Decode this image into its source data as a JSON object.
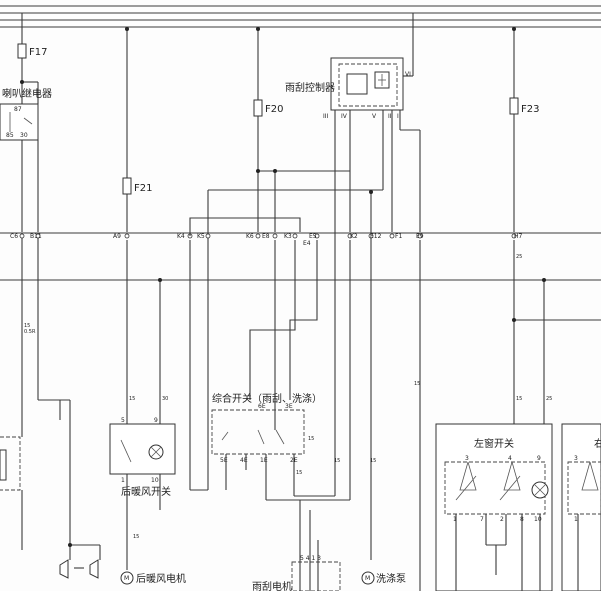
{
  "fuses": {
    "f17": "F17",
    "f20": "F20",
    "f21": "F21",
    "f23": "F23"
  },
  "components": {
    "horn_relay": "喇叭继电器",
    "wiper_controller": "雨刮控制器",
    "combination_switch": "综合开关（雨刮、洗涤）",
    "rear_heater_switch": "后暖风开关",
    "rear_heater_fan_motor": "后暖风电机",
    "washer_pump": "洗涤泵",
    "wiper_motor": "雨刮电机",
    "left_window_switch": "左窗开关",
    "right_window_switch_partial": "右"
  },
  "connectors": {
    "c6": "C6",
    "b11": "B11",
    "a9": "A9",
    "k4": "K4",
    "k5": "K5",
    "k6": "K6",
    "e8": "E8",
    "k3": "K3",
    "e5": "E5",
    "e4": "E4",
    "k2": "K2",
    "e12": "E12",
    "f1": "F1",
    "e9": "E9",
    "h7": "H7"
  },
  "pins": {
    "ctrl_vi": "VI",
    "ctrl_iii": "III",
    "ctrl_iv": "IV",
    "ctrl_v": "V",
    "ctrl_ii": "II",
    "ctrl_i": "I",
    "h87": "87",
    "h85": "85",
    "h30": "30",
    "rh_5": "5",
    "rh_9": "9",
    "rh_1": "1",
    "rh_10": "10",
    "cs_6e": "6E",
    "cs_3e": "3E",
    "cs_5e": "5E",
    "cs_4e": "4E",
    "cs_1e": "1E",
    "cs_2e": "2E",
    "lw_3": "3",
    "lw_4": "4",
    "lw_9": "9",
    "lw_1": "1",
    "lw_7": "7",
    "lw_2": "2",
    "lw_8": "8",
    "lw_10": "10",
    "rw_3": "3",
    "rw_1": "1",
    "wm_pins": "5 4 1 3",
    "motor_m": "M"
  },
  "wires": {
    "w_left_a": "0.5R",
    "w_left_b": "15",
    "w_rh_5": "15",
    "w_rh_9": "30",
    "w_rh_down": "15",
    "w_cs_a": "15",
    "w_cs_b": "15",
    "w_cs_c": "15",
    "w_cs_d": "15",
    "w_e9": "15",
    "w_h7": "25",
    "w_r1": "15",
    "w_r2": "25"
  }
}
